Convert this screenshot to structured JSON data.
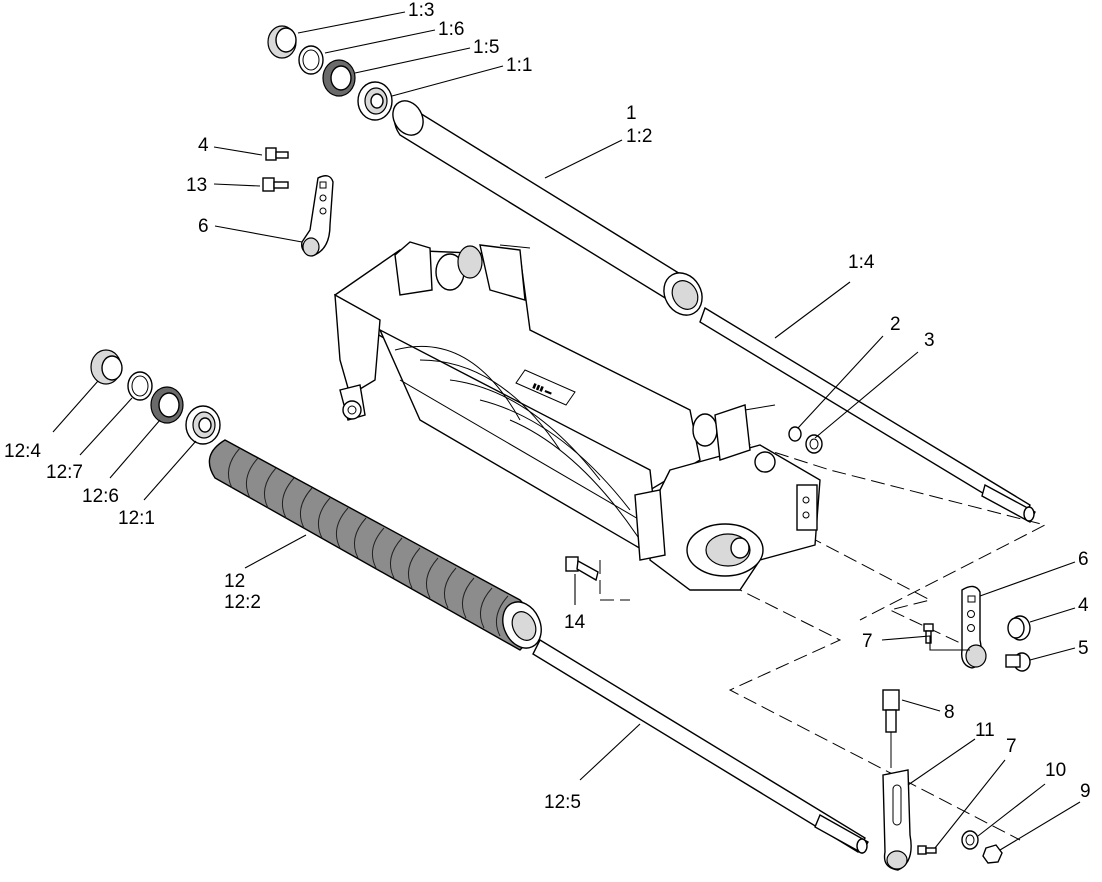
{
  "labels": {
    "l_1_3": "1:3",
    "l_1_6": "1:6",
    "l_1_5": "1:5",
    "l_1_1": "1:1",
    "l_1": "1",
    "l_1_2": "1:2",
    "l_4_top": "4",
    "l_13": "13",
    "l_6_top": "6",
    "l_1_4": "1:4",
    "l_2": "2",
    "l_3": "3",
    "l_12_4": "12:4",
    "l_12_7": "12:7",
    "l_12_6": "12:6",
    "l_12_1": "12:1",
    "l_12": "12",
    "l_12_2": "12:2",
    "l_14": "14",
    "l_6_right": "6",
    "l_4_right": "4",
    "l_7_right": "7",
    "l_5": "5",
    "l_8": "8",
    "l_11": "11",
    "l_7_bottom": "7",
    "l_10": "10",
    "l_9": "9",
    "l_12_5": "12:5"
  }
}
